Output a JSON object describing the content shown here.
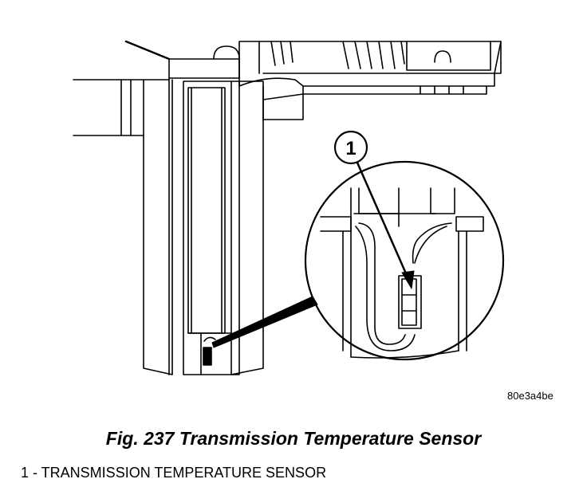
{
  "figure": {
    "callouts": [
      {
        "number": "1"
      }
    ],
    "code": "80e3a4be"
  },
  "caption": "Fig. 237 Transmission Temperature Sensor",
  "legend": [
    {
      "number": "1",
      "text": "1 - TRANSMISSION TEMPERATURE SENSOR"
    }
  ]
}
